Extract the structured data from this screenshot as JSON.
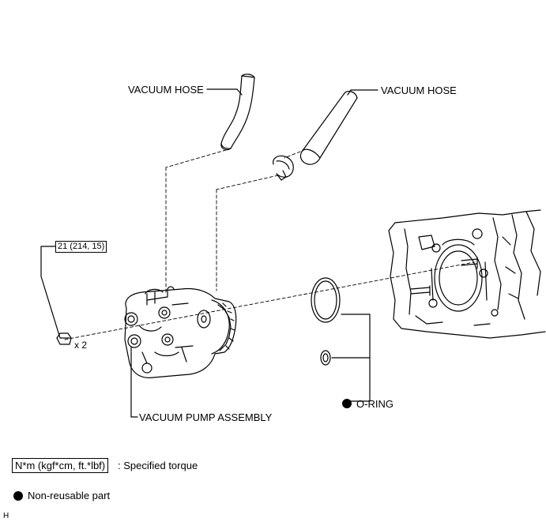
{
  "labels": {
    "vacuum_hose_left": "VACUUM HOSE",
    "vacuum_hose_right": "VACUUM HOSE",
    "torque_spec": "21 (214, 15)",
    "bolt_qty": "x 2",
    "o_ring": "O-RING",
    "vacuum_pump_assembly": "VACUUM PUMP ASSEMBLY"
  },
  "legend": {
    "torque_unit_box": "N*m (kgf*cm, ft.*lbf)",
    "torque_desc": ": Specified torque",
    "non_reusable_desc": "Non-reusable part"
  },
  "footer": {
    "code": "H"
  },
  "colors": {
    "line": "#000000",
    "background": "#ffffff",
    "marker": "#000000"
  },
  "icons": {
    "non_reusable_marker": "filled-circle"
  }
}
